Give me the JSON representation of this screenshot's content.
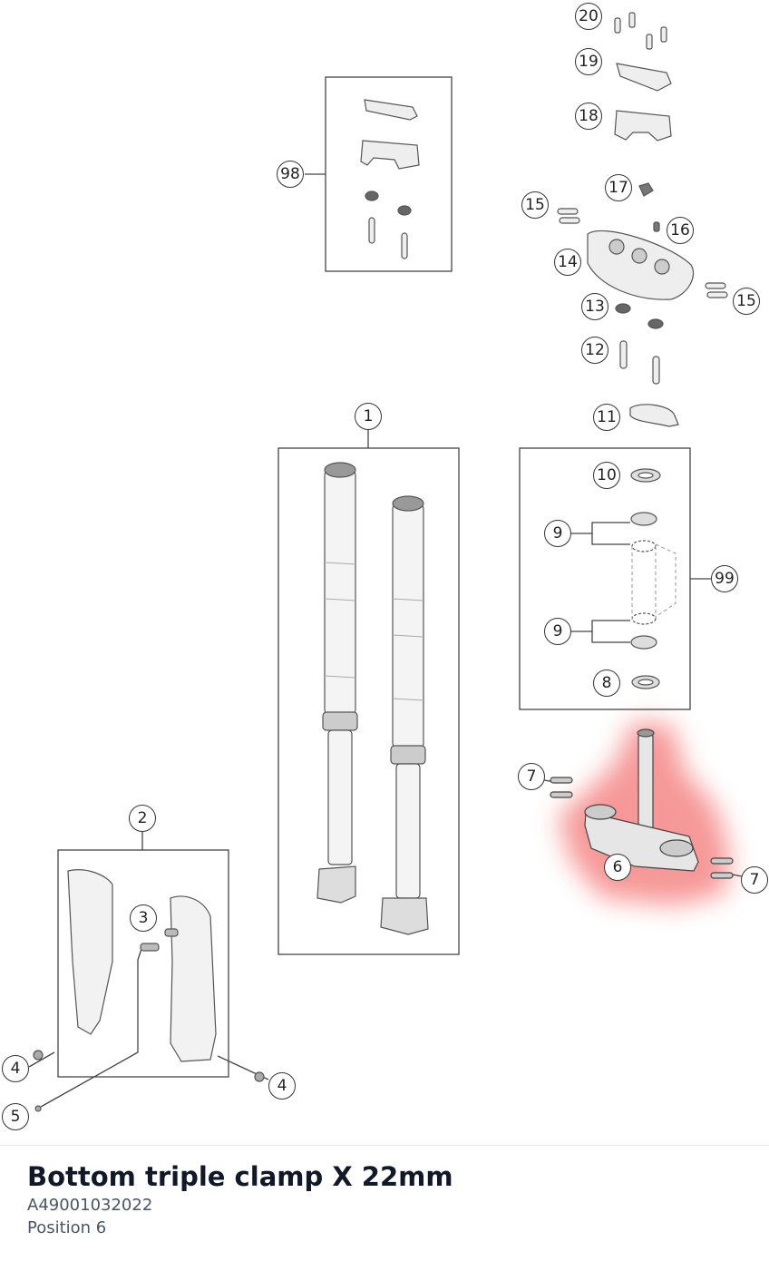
{
  "callouts": [
    {
      "id": "c1",
      "label": "1"
    },
    {
      "id": "c2",
      "label": "2"
    },
    {
      "id": "c3",
      "label": "3"
    },
    {
      "id": "c4a",
      "label": "4"
    },
    {
      "id": "c4b",
      "label": "4"
    },
    {
      "id": "c5",
      "label": "5"
    },
    {
      "id": "c6",
      "label": "6"
    },
    {
      "id": "c7a",
      "label": "7"
    },
    {
      "id": "c7b",
      "label": "7"
    },
    {
      "id": "c8",
      "label": "8"
    },
    {
      "id": "c9a",
      "label": "9"
    },
    {
      "id": "c9b",
      "label": "9"
    },
    {
      "id": "c10",
      "label": "10"
    },
    {
      "id": "c11",
      "label": "11"
    },
    {
      "id": "c12",
      "label": "12"
    },
    {
      "id": "c13",
      "label": "13"
    },
    {
      "id": "c14",
      "label": "14"
    },
    {
      "id": "c15a",
      "label": "15"
    },
    {
      "id": "c15b",
      "label": "15"
    },
    {
      "id": "c16",
      "label": "16"
    },
    {
      "id": "c17",
      "label": "17"
    },
    {
      "id": "c18",
      "label": "18"
    },
    {
      "id": "c19",
      "label": "19"
    },
    {
      "id": "c20",
      "label": "20"
    },
    {
      "id": "c98",
      "label": "98"
    },
    {
      "id": "c99",
      "label": "99"
    }
  ],
  "highlight": {
    "color": "#ef4444"
  },
  "part": {
    "title": "Bottom triple clamp X 22mm",
    "number": "A49001032022",
    "position": "Position 6"
  }
}
